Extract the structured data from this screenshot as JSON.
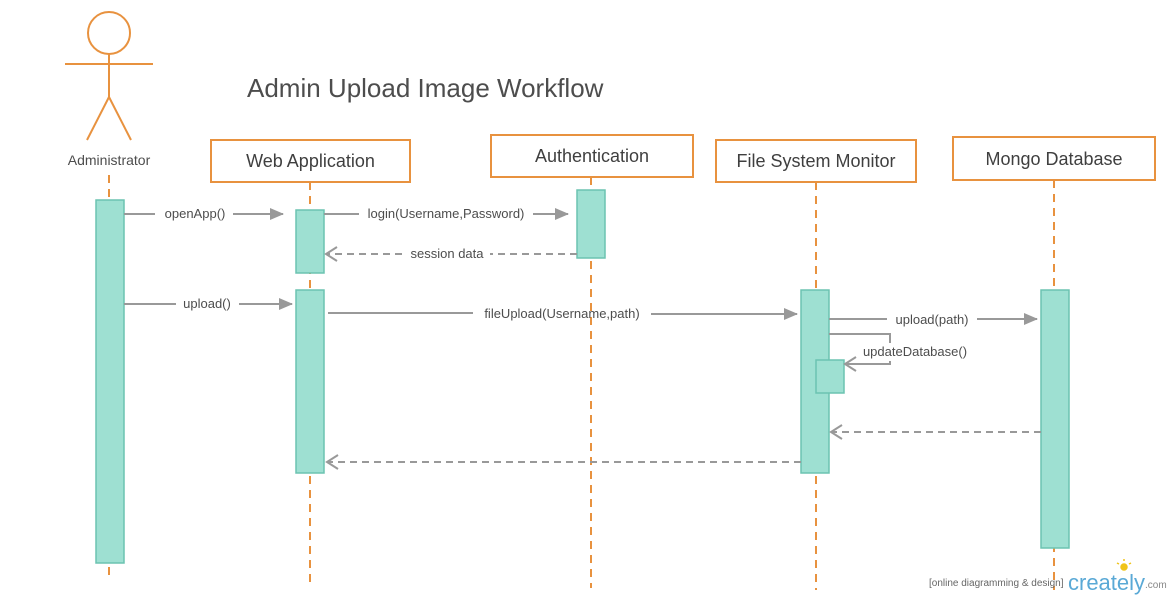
{
  "title": "Admin Upload Image Workflow",
  "colors": {
    "orange": "#e8923f",
    "activation_fill": "#9ee0d2",
    "activation_stroke": "#6cc3b1",
    "arrow": "#999999",
    "text": "#4d4d4d"
  },
  "actor": {
    "label": "Administrator"
  },
  "lifelines": [
    {
      "label": "Web Application"
    },
    {
      "label": "Authentication"
    },
    {
      "label": "File System Monitor"
    },
    {
      "label": "Mongo Database"
    }
  ],
  "messages": {
    "open_app": "openApp()",
    "login": "login(Username,Password)",
    "session_data": "session data",
    "upload": "upload()",
    "file_upload": "fileUpload(Username,path)",
    "upload_path": "upload(path)",
    "update_database": "updateDatabase()"
  },
  "watermark": {
    "tagline": "[online diagramming & design]",
    "brand": "creately",
    "domain": ".com"
  }
}
